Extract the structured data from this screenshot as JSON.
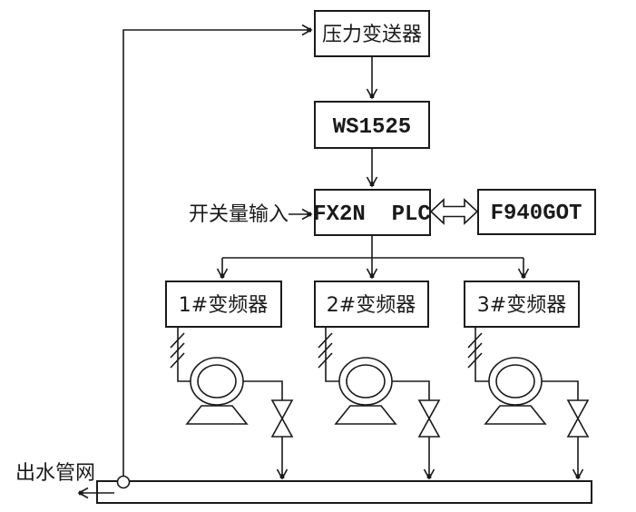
{
  "diagram": {
    "background": "#ffffff",
    "line_color": "#1a1a1a",
    "boxes": {
      "pressure_transmitter": {
        "label": "压力变送器"
      },
      "signal_conditioner": {
        "label": "WS1525"
      },
      "plc": {
        "label": "FX2N  PLC"
      },
      "hmi": {
        "label": "F940GOT"
      },
      "inverter_1": {
        "label": "1#变频器"
      },
      "inverter_2": {
        "label": "2#变频器"
      },
      "inverter_3": {
        "label": "3#变频器"
      }
    },
    "annotations": {
      "switch_input": "开关量输入",
      "outlet_network": "出水管网"
    }
  }
}
